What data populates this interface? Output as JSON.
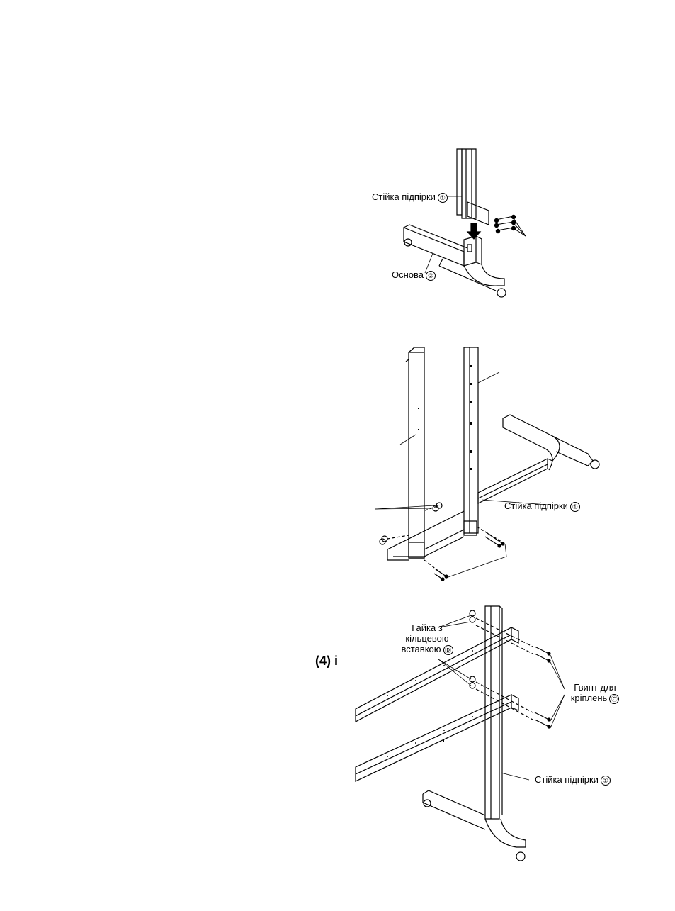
{
  "step_label": "(4) і",
  "figure1": {
    "support_post_label": "Стійка підпірки",
    "support_post_marker": "①",
    "base_label": "Основа",
    "base_marker": "②"
  },
  "figure2": {
    "support_post_label": "Стійка підпірки",
    "support_post_marker": "①"
  },
  "figure3": {
    "nut_label_line1": "Гайка з",
    "nut_label_line2": "кільцевою",
    "nut_label_line3": "вставкою",
    "nut_marker": "Ⓓ",
    "screw_label_line1": "Гвинт для",
    "screw_label_line2": "кріплень",
    "screw_marker": "Ⓒ",
    "support_post_label": "Стійка підпірки",
    "support_post_marker": "①"
  }
}
